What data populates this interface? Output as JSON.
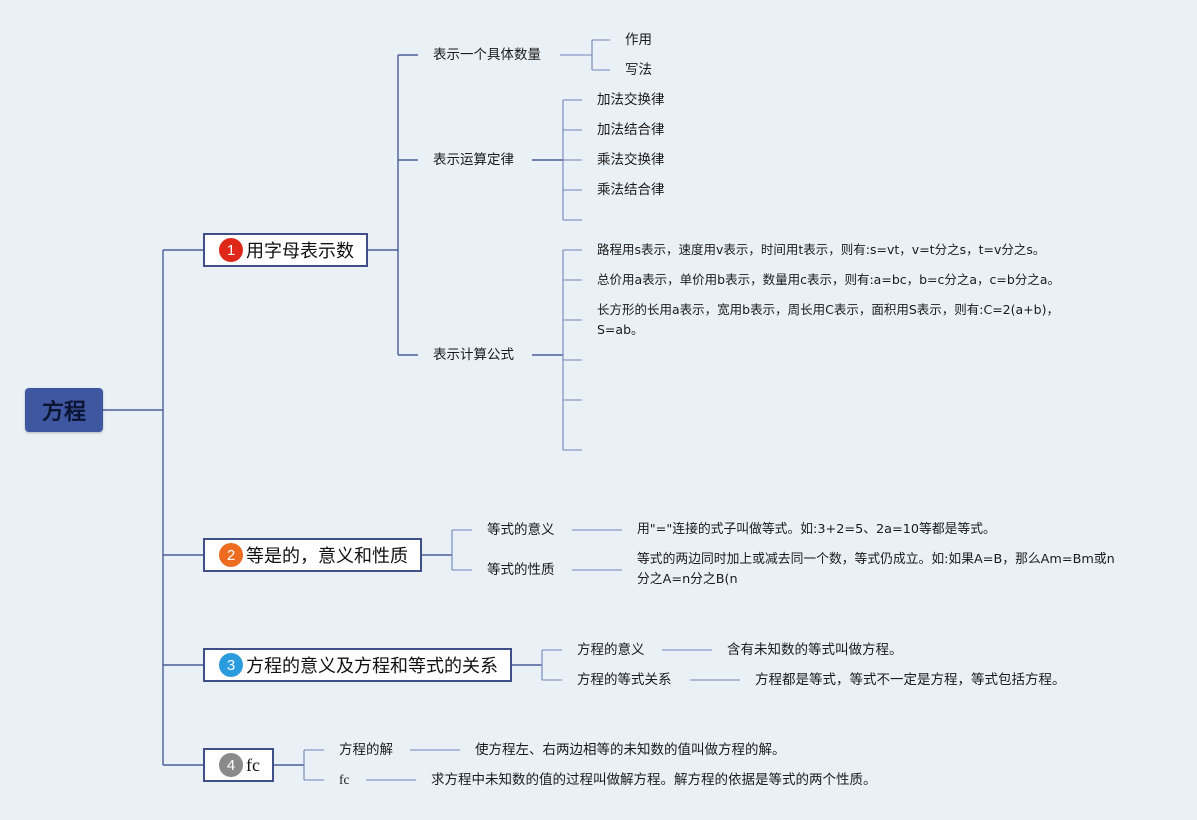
{
  "root": {
    "label": "方程"
  },
  "colors": {
    "line": "#4a5f9a",
    "root_fill": "#3f57a0",
    "badge1": "#e0281a",
    "badge2": "#ee6c1f",
    "badge3": "#2a9bdc",
    "badge4": "#8a8a8a"
  },
  "branches": [
    {
      "badge": "1",
      "label": "用字母表示数",
      "children": [
        {
          "label": "表示一个具体数量",
          "children": [
            "作用",
            "写法"
          ]
        },
        {
          "label": "表示运算定律",
          "children": [
            "加法交换律",
            "加法结合律",
            "乘法交换律",
            "乘法结合律"
          ]
        },
        {
          "label": "表示计算公式",
          "children": [
            "路程用s表示，速度用v表示，时间用t表示，则有:s=vt，v=t分之s，t=v分之s。",
            "总价用a表示，单价用b表示，数量用c表示，则有:a=bc，b=c分之a，c=b分之a。",
            "长方形的长用a表示，宽用b表示，周长用C表示，面积用S表示，则有:C=2(a+b)，S=ab。"
          ]
        }
      ]
    },
    {
      "badge": "2",
      "label": "等是的，意义和性质",
      "children": [
        {
          "label": "等式的意义",
          "children": [
            "用\"=\"连接的式子叫做等式。如:3+2=5、2a=10等都是等式。"
          ]
        },
        {
          "label": "等式的性质",
          "children": [
            "等式的两边同时加上或减去同一个数，等式仍成立。如:如果A=B，那么Am=Bm或n分之A=n分之B(n"
          ]
        }
      ]
    },
    {
      "badge": "3",
      "label": "方程的意义及方程和等式的关系",
      "children": [
        {
          "label": "方程的意义",
          "children": [
            "含有未知数的等式叫做方程。"
          ]
        },
        {
          "label": "方程的等式关系",
          "children": [
            "方程都是等式，等式不一定是方程，等式包括方程。"
          ]
        }
      ]
    },
    {
      "badge": "4",
      "label": "fc",
      "children": [
        {
          "label": "方程的解",
          "children": [
            "使方程左、右两边相等的未知数的值叫做方程的解。"
          ]
        },
        {
          "label": "fc",
          "children": [
            "求方程中未知数的值的过程叫做解方程。解方程的依据是等式的两个性质。"
          ]
        }
      ]
    }
  ]
}
